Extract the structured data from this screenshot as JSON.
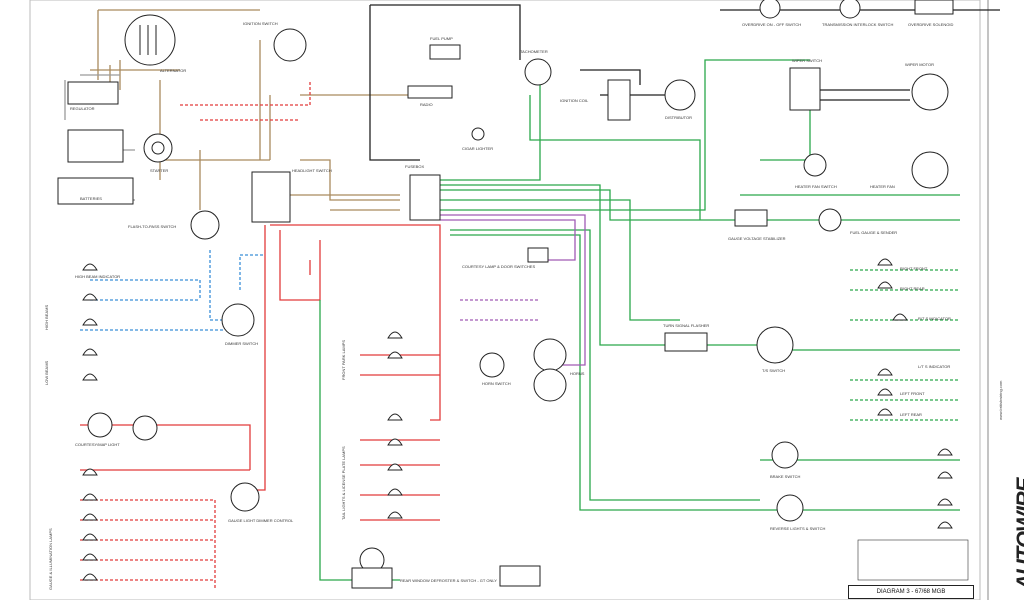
{
  "title": "DIAGRAM 3 - 67/68 MGB",
  "brand": {
    "logo": "AUTOWIRE",
    "url": "www.britishwiring.com"
  },
  "colors": {
    "brown": "#a98a5e",
    "red": "#e23b3b",
    "green": "#2aa84a",
    "purple": "#a05ab5",
    "blue": "#3a8fd8",
    "black": "#222222",
    "gray": "#9a9a9a"
  },
  "labels": {
    "alternator": "ALTERNATOR",
    "regulator": "REGULATOR",
    "starter": "STARTER",
    "batteries": "BATTERIES",
    "ignition_switch": "IGNITION SWITCH",
    "fuel_pump": "FUEL PUMP",
    "radio": "RADIO",
    "tachometer": "TACHOMETER",
    "ignition_coil": "IGNITION COIL",
    "distributor": "DISTRIBUTOR",
    "cigar_lighter": "CIGAR LIGHTER",
    "fusebox": "FUSEBOX",
    "headlight_switch": "HEADLIGHT SWITCH",
    "flash_to_pass": "FLASH-TO-PASS SWITCH",
    "high_beam_indicator": "HIGH BEAM INDICATOR",
    "high_beams": "HIGH BEAMS",
    "low_beams": "LOW BEAMS",
    "dimmer_switch": "DIMMER SWITCH",
    "courtesy_lamp_switches": "COURTESY LAMP & DOOR SWITCHES",
    "horn_switch": "HORN SWITCH",
    "horns": "HORNS",
    "courtesy_map_light": "COURTESY/MAP LIGHT",
    "gauge_light_dimmer": "GAUGE LIGHT DIMMER CONTROL",
    "gauge_lamps": "GAUGE & ILLUMINATION LAMPS",
    "front_park_lamps": "FRONT PARK LAMPS",
    "tail_lamps": "TAIL LIGHTS & LICENSE PLATE LAMPS",
    "rear_window_defroster": "REAR WINDOW DEFROSTER & SWITCH - GT ONLY",
    "overdrive_onoff": "OVERDRIVE ON - OFF SWITCH",
    "transmission_interlock": "TRANSMISSION INTERLOCK SWITCH",
    "overdrive_solenoid": "OVERDRIVE SOLENOID",
    "wiper_switch": "WIPER SWITCH",
    "wiper_motor": "WIPER MOTOR",
    "heater_fan_switch": "HEATER FAN SWITCH",
    "heater_fan": "HEATER FAN",
    "fuel_gauge_sender": "FUEL GAUGE & SENDER",
    "gauge_voltage_stabilizer": "GAUGE VOLTAGE STABILIZER",
    "turn_signal_flasher": "TURN SIGNAL FLASHER",
    "turn_switch": "T/S SWITCH",
    "right_front": "RIGHT FRONT",
    "right_rear": "RIGHT REAR",
    "right_indicator": "R/T S INDICATOR",
    "left_indicator": "L/T S INDICATOR",
    "left_front": "LEFT FRONT",
    "left_rear": "LEFT REAR",
    "brake_switch": "BRAKE SWITCH",
    "reverse_lights": "REVERSE LIGHTS & SWITCH"
  }
}
